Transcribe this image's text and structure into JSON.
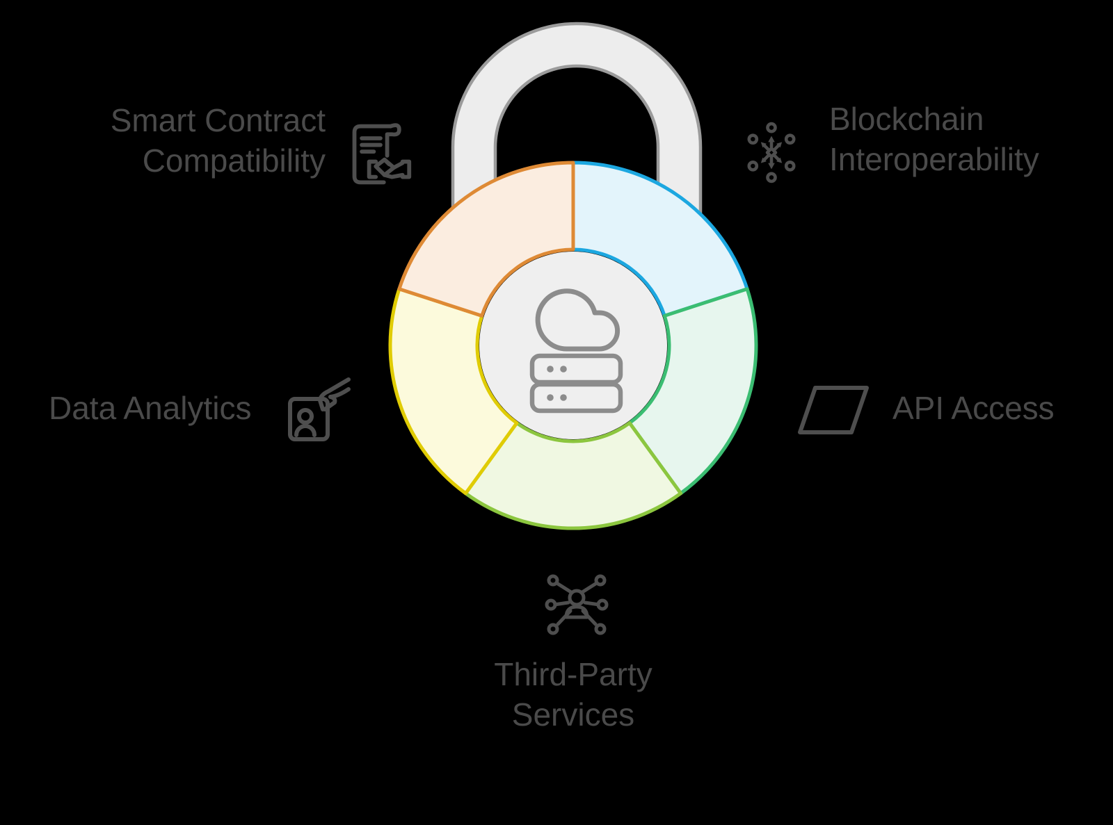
{
  "diagram": {
    "type": "padlock-segmented-wheel-infographic",
    "labels": {
      "smart_contract_compatibility": {
        "lines": [
          "Smart Contract",
          "Compatibility"
        ]
      },
      "blockchain_interoperability": {
        "lines": [
          "Blockchain",
          "Interoperability"
        ]
      },
      "data_analytics": {
        "label": "Data Analytics"
      },
      "api_access": {
        "label": "API Access"
      },
      "third_party_services": {
        "lines": [
          "Third-Party",
          "Services"
        ]
      }
    },
    "icons": {
      "smart_contract_compatibility": "contract-document-handshake-icon",
      "blockchain_interoperability": "network-hub-arrows-icon",
      "data_analytics": "id-card-hand-icon",
      "api_access": "parallelogram-icon",
      "third_party_services": "person-network-icon",
      "center": [
        "cloud-icon",
        "server-stack-icon"
      ]
    },
    "colors": {
      "background": "#000000",
      "label_text": "#4a4a4a",
      "label_icon_stroke": "#4e4e4e",
      "center_icon_stroke": "#8c8c8c",
      "shackle_fill": "#ededed",
      "shackle_stroke": "#9b9b9b",
      "hub_fill": "#efefef",
      "segments": {
        "smart_contract_compatibility": {
          "stroke": "#de8a35",
          "fill": "#fbede0",
          "position": "top-left"
        },
        "blockchain_interoperability": {
          "stroke": "#1ca7e0",
          "fill": "#e3f4fb",
          "position": "top-right"
        },
        "api_access": {
          "stroke": "#3bbd72",
          "fill": "#e7f6ee",
          "position": "right"
        },
        "third_party_services": {
          "stroke": "#8cc63f",
          "fill": "#f0f8e2",
          "position": "bottom"
        },
        "data_analytics": {
          "stroke": "#e0cc05",
          "fill": "#fcfadc",
          "position": "left"
        }
      }
    }
  }
}
